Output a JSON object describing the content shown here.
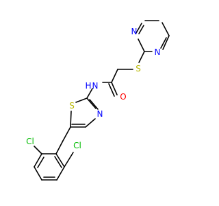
{
  "molecule": {
    "atom_labels": {
      "n_pyrimidine_1": "N",
      "n_pyrimidine_2": "N",
      "s_thioether": "S",
      "o_carbonyl": "O",
      "n_amide": "N",
      "h_amide": "H",
      "s_thiazole": "S",
      "n_thiazole": "N",
      "cl_left": "Cl",
      "cl_right": "Cl"
    },
    "colors": {
      "bond": "#000000",
      "nitrogen": "#0000ff",
      "oxygen": "#ff0000",
      "sulfur": "#b8b800",
      "chlorine": "#00bb00",
      "background": "#ffffff"
    }
  }
}
